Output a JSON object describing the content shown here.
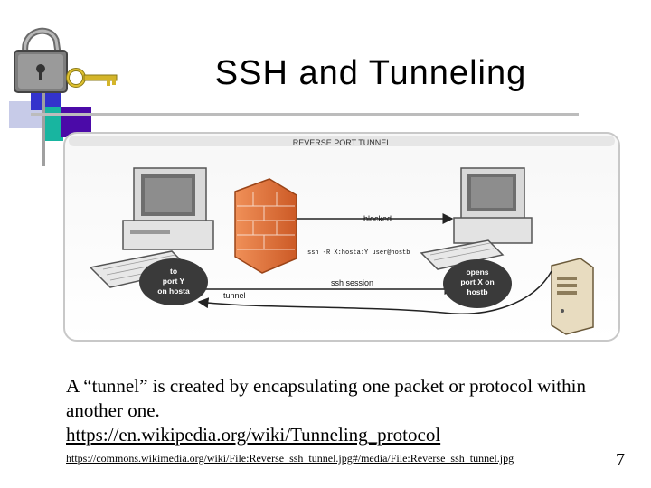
{
  "slide": {
    "title": "SSH and Tunneling",
    "diagram": {
      "heading": "REVERSE PORT TUNNEL",
      "blocked_label": "blocked",
      "command_label": "ssh -R X:hosta:Y user@hostb",
      "session_label": "ssh session",
      "tunnel_label": "tunnel",
      "left_host_label": [
        "to",
        "port Y",
        "on hosta"
      ],
      "right_host_label": [
        "opens",
        "port X on",
        "hostb"
      ]
    },
    "body_text": "A “tunnel” is created by encapsulating one packet or protocol within  another one.",
    "body_link": "https://en.wikipedia.org/wiki/Tunneling_protocol",
    "source_link": "https://commons.wikimedia.org/wiki/File:Reverse_ssh_tunnel.jpg#/media/File:Reverse_ssh_tunnel.jpg",
    "page_number": "7"
  },
  "colors": {
    "accent_blue": "#3333cc",
    "accent_purple": "#4b0aa8",
    "accent_teal": "#18b5a0",
    "firewall_orange": "#e2733c"
  },
  "icons": [
    "padlock-icon",
    "key-icon",
    "computer-icon",
    "firewall-icon",
    "server-icon"
  ]
}
